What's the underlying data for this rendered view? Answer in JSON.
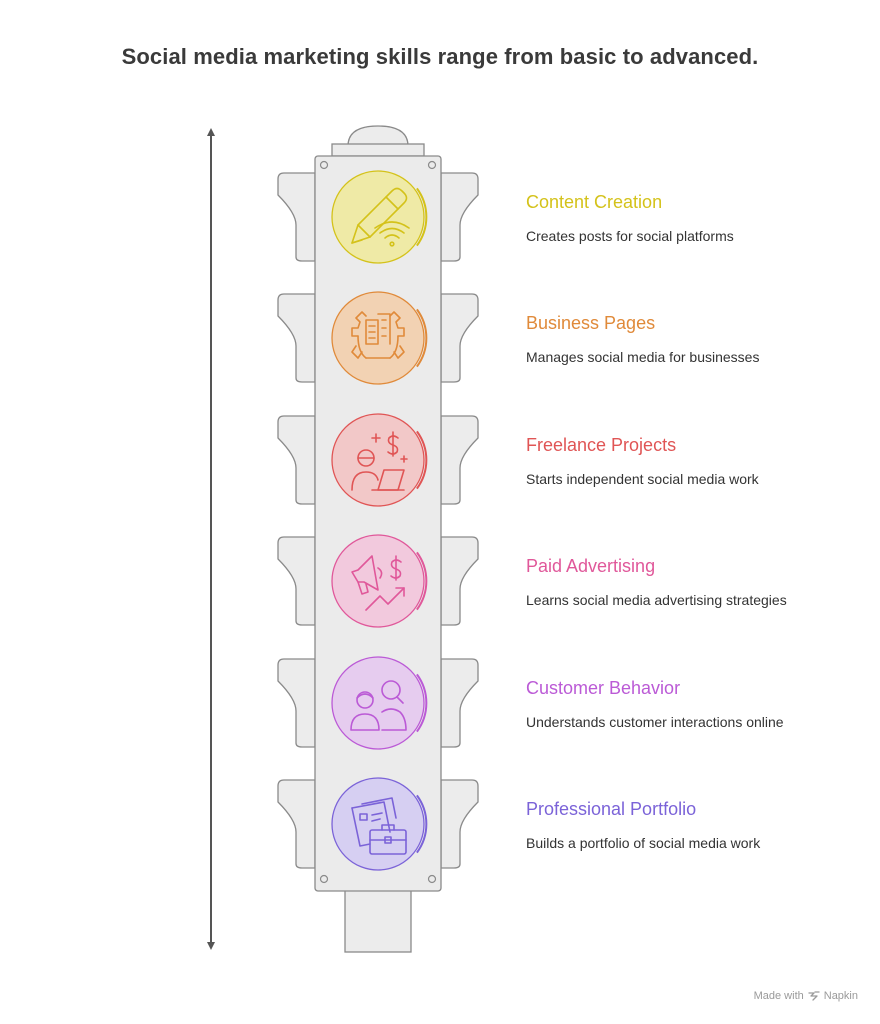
{
  "title": "Social media marketing skills range from basic to advanced.",
  "footer": {
    "made_with": "Made with",
    "brand": "Napkin",
    "brand_icon": "napkin-logo-icon"
  },
  "steps": [
    {
      "title": "Content Creation",
      "description": "Creates posts for social platforms",
      "color": "#D4C21A",
      "fill": "#EFEAA6",
      "icon": "pencil-wifi-icon"
    },
    {
      "title": "Business Pages",
      "description": "Manages social media for businesses",
      "color": "#E08A3A",
      "fill": "#F2D2B3",
      "icon": "gear-building-icon"
    },
    {
      "title": "Freelance Projects",
      "description": "Starts independent social media work",
      "color": "#E05555",
      "fill": "#F2C8C8",
      "icon": "freelancer-laptop-icon"
    },
    {
      "title": "Paid Advertising",
      "description": "Learns social media advertising strategies",
      "color": "#E0589A",
      "fill": "#F2C9DD",
      "icon": "megaphone-dollar-icon"
    },
    {
      "title": "Customer Behavior",
      "description": "Understands customer interactions online",
      "color": "#BB5AD6",
      "fill": "#E6CCEF",
      "icon": "customers-search-icon"
    },
    {
      "title": "Professional Portfolio",
      "description": "Builds a portfolio of social media work",
      "color": "#7B63D8",
      "fill": "#D6CFF2",
      "icon": "portfolio-briefcase-icon"
    }
  ]
}
